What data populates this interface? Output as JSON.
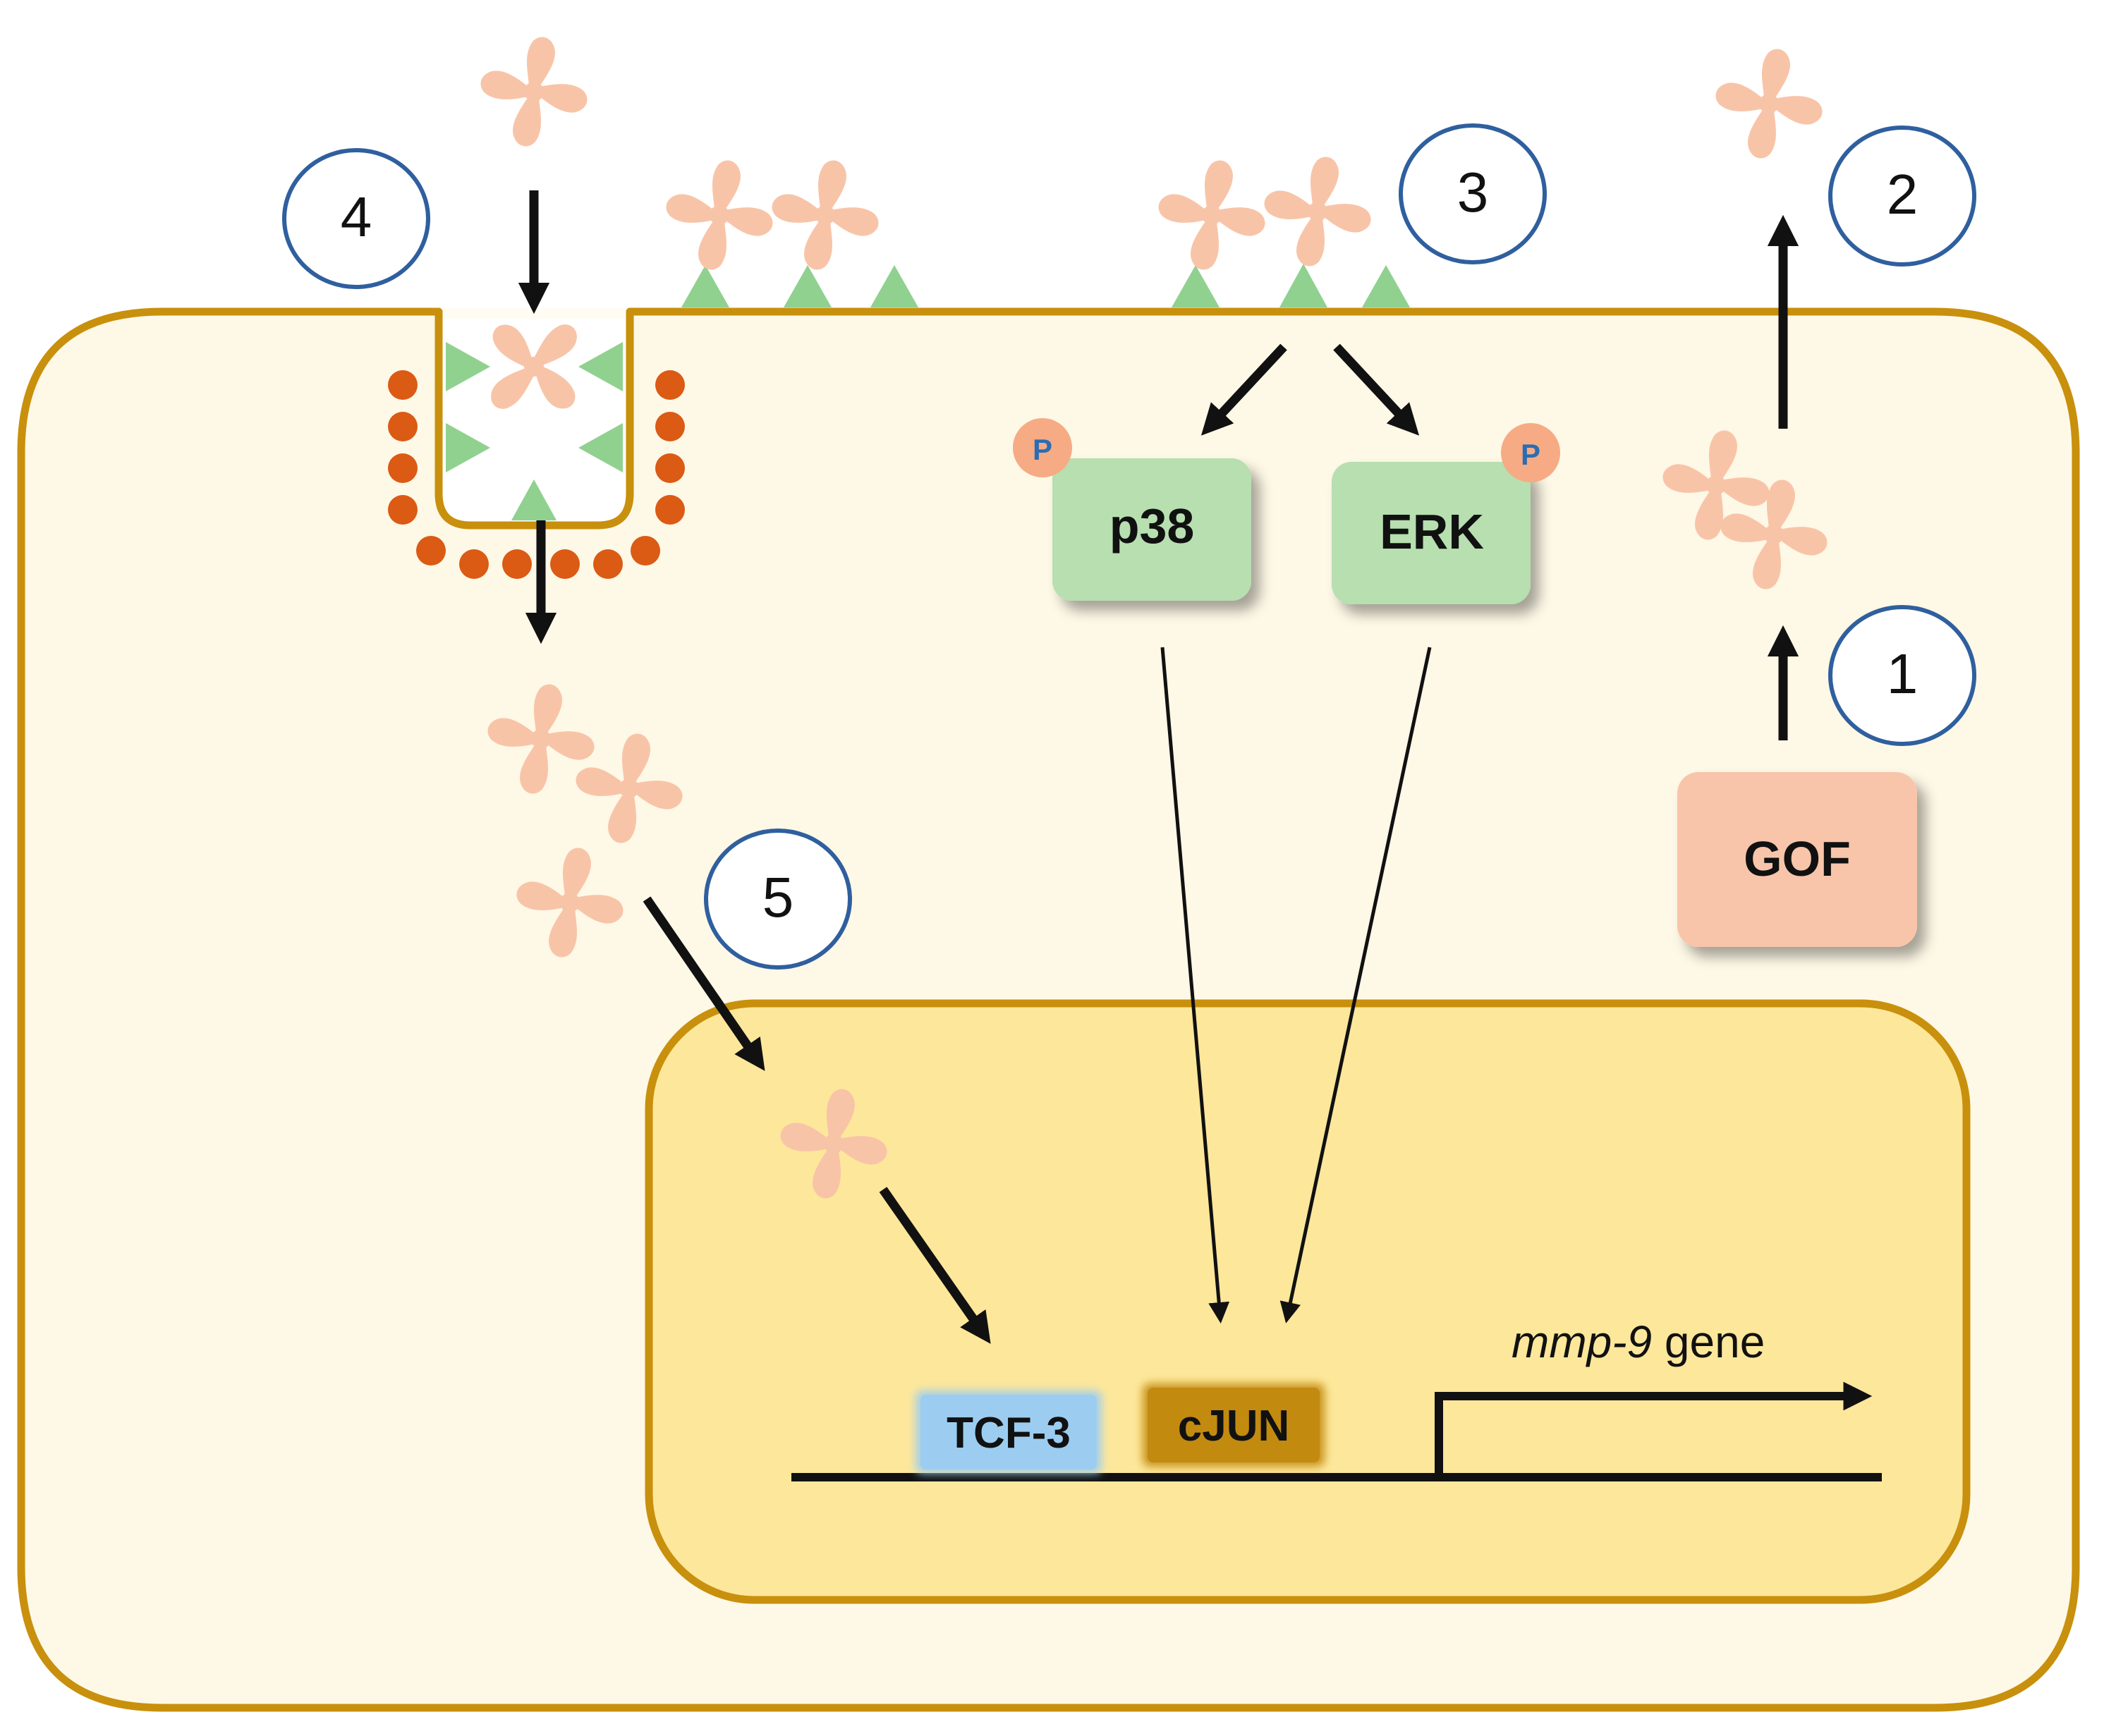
{
  "diagram": {
    "steps": {
      "s1": "1",
      "s2": "2",
      "s3": "3",
      "s4": "4",
      "s5": "5"
    },
    "kinases": {
      "p38": "p38",
      "erk": "ERK",
      "phospho": "P"
    },
    "source": "GOF",
    "transcription_factors": {
      "tcf3": "TCF-3",
      "cjun": "cJUN"
    },
    "gene": {
      "name": "mmp-9",
      "suffix": " gene"
    }
  },
  "colors": {
    "cell_border": "#c8900c",
    "cytoplasm": "#fef8e6",
    "nucleus": "#fde79b",
    "ligand": "#f8c4a8",
    "receptor": "#90d190",
    "clathrin_dots": "#db5a14",
    "kinase_box": "#b7dfb0",
    "gof_box": "#f8c5aa",
    "tcf3_box": "#9ccdf0",
    "cjun_box": "#c38a10",
    "step_circle_stroke": "#2f5f9e",
    "phospho_dot": "#f6ab84"
  }
}
